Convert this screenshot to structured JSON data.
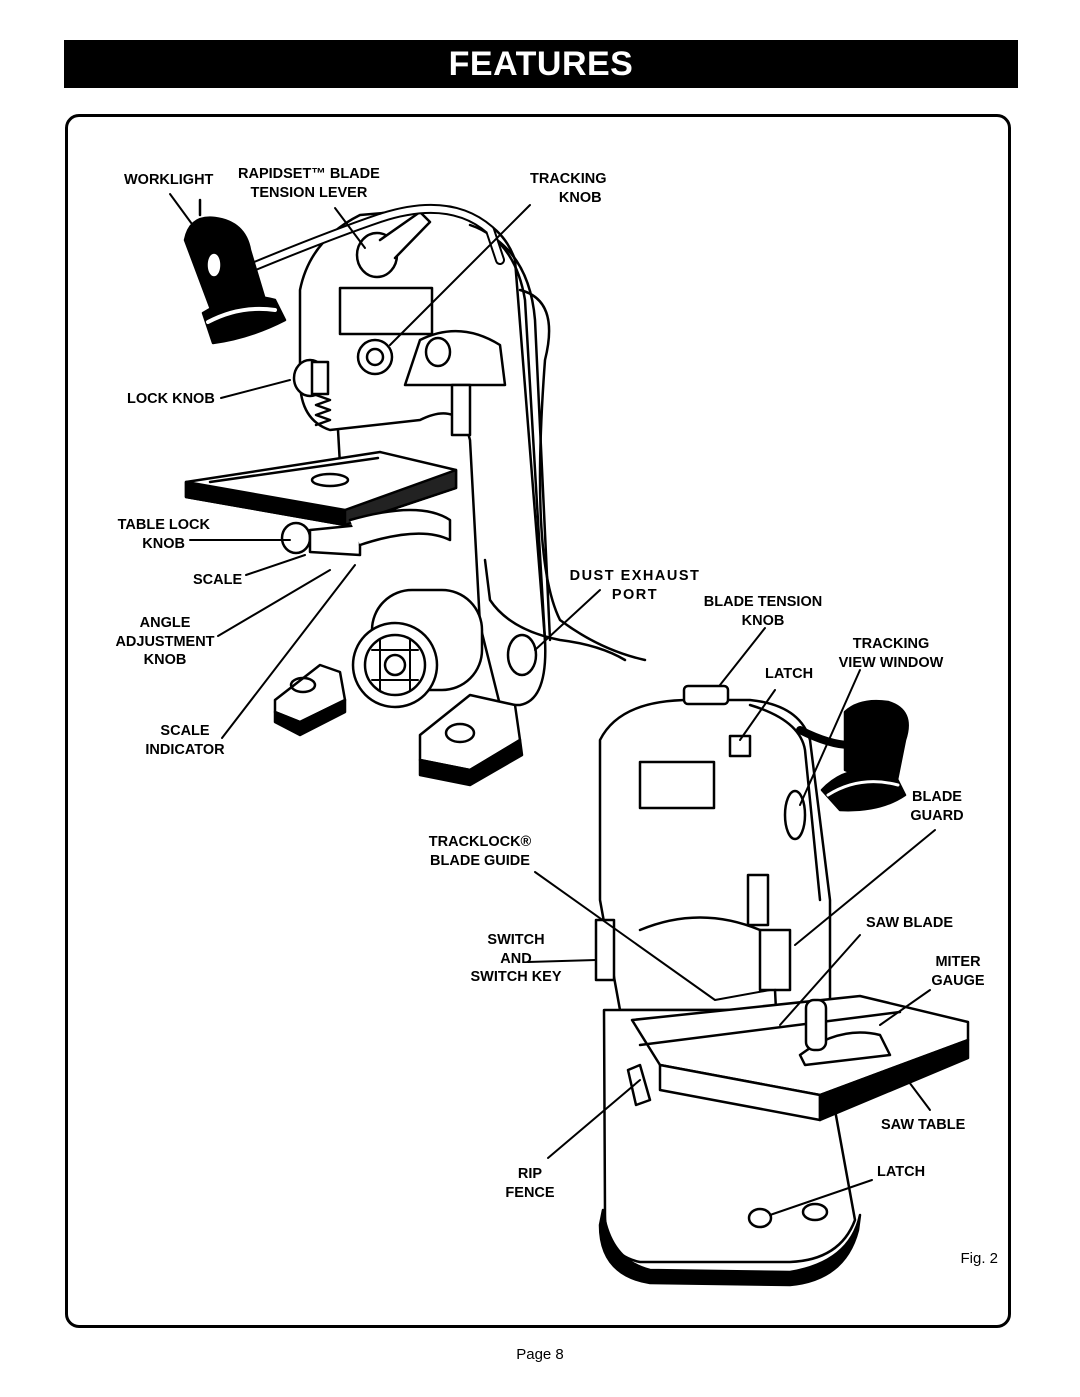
{
  "header": {
    "title": "FEATURES"
  },
  "labels": {
    "worklight": "WORKLIGHT",
    "rapidset_1": "RAPIDSET™ BLADE",
    "rapidset_2": "TENSION LEVER",
    "tracking_knob_1": "TRACKING",
    "tracking_knob_2": "KNOB",
    "lock_knob": "LOCK KNOB",
    "table_lock_1": "TABLE LOCK",
    "table_lock_2": "KNOB",
    "scale": "SCALE",
    "angle_1": "ANGLE",
    "angle_2": "ADJUSTMENT",
    "angle_3": "KNOB",
    "scale_ind_1": "SCALE",
    "scale_ind_2": "INDICATOR",
    "dust_1": "DUST EXHAUST",
    "dust_2": "PORT",
    "blade_tension_1": "BLADE TENSION",
    "blade_tension_2": "KNOB",
    "tracking_view_1": "TRACKING",
    "tracking_view_2": "VIEW WINDOW",
    "latch_top": "LATCH",
    "blade_guard_1": "BLADE",
    "blade_guard_2": "GUARD",
    "tracklock_1": "TRACKLOCK®",
    "tracklock_2": "BLADE GUIDE",
    "saw_blade": "SAW BLADE",
    "switch_1": "SWITCH",
    "switch_2": "AND",
    "switch_3": "SWITCH KEY",
    "miter_1": "MITER",
    "miter_2": "GAUGE",
    "saw_table": "SAW TABLE",
    "rip_1": "RIP",
    "rip_2": "FENCE",
    "latch_bottom": "LATCH"
  },
  "figure": {
    "caption": "Fig. 2"
  },
  "footer": {
    "page": "Page 8"
  }
}
